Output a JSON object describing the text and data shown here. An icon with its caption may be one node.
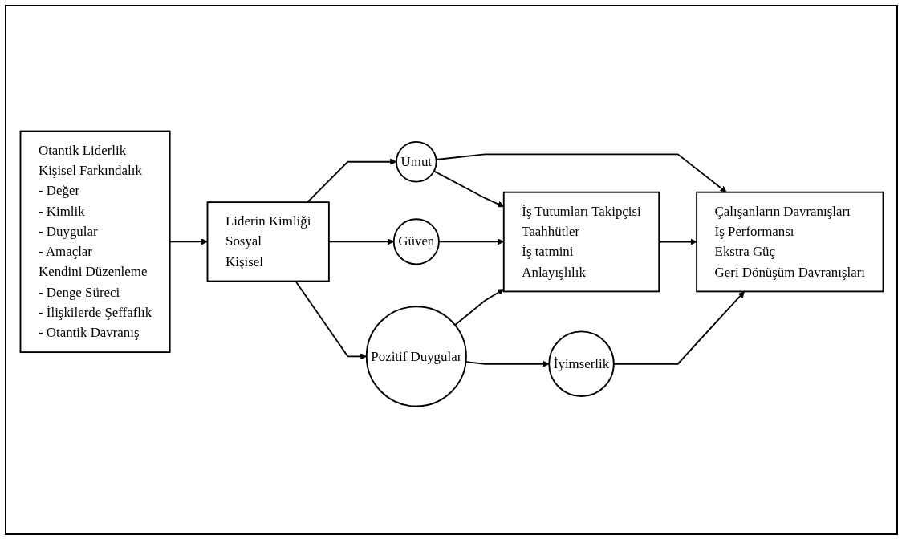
{
  "diagram": {
    "nodes": [
      {
        "text": [
          "Otantik Liderlik",
          "Kişisel Farkındalık",
          "- Değer",
          "- Kimlik",
          "- Duygular",
          "- Amaçlar",
          "Kendini Düzenleme",
          "- Denge Süreci",
          "- İlişkilerde Şeffaflık",
          "- Otantik Davranış"
        ]
      },
      {
        "text": [
          "Liderin Kimliği",
          "Sosyal",
          "Kişisel"
        ]
      },
      {
        "text": [
          "Umut"
        ]
      },
      {
        "text": [
          "Güven"
        ]
      },
      {
        "text": [
          "Pozitif Duygular"
        ]
      },
      {
        "text": [
          "İş Tutumları Takipçisi",
          "Taahhütler",
          "İş tatmini",
          "Anlayışlılık"
        ]
      },
      {
        "text": [
          "Çalışanların Davranışları",
          "İş Performansı",
          "Ekstra Güç",
          "Geri Dönüşüm Davranışları"
        ]
      },
      {
        "text": [
          "İyimserlik"
        ]
      }
    ],
    "edges": [
      {
        "from": 0,
        "to": 1,
        "arrow": "to"
      },
      {
        "from": 1,
        "to": 2,
        "arrow": "to"
      },
      {
        "from": 1,
        "to": 3,
        "arrow": "to"
      },
      {
        "from": 1,
        "to": 4,
        "arrow": "to"
      },
      {
        "from": 2,
        "to": 5,
        "arrow": "to"
      },
      {
        "from": 2,
        "to": 6,
        "arrow": "to"
      },
      {
        "from": 3,
        "to": 5,
        "arrow": "to"
      },
      {
        "from": 4,
        "to": 5,
        "arrow": "to"
      },
      {
        "from": 4,
        "to": 7,
        "arrow": "to"
      },
      {
        "from": 5,
        "to": 6,
        "arrow": "to"
      },
      {
        "from": 7,
        "to": 6,
        "arrow": "to"
      }
    ]
  }
}
